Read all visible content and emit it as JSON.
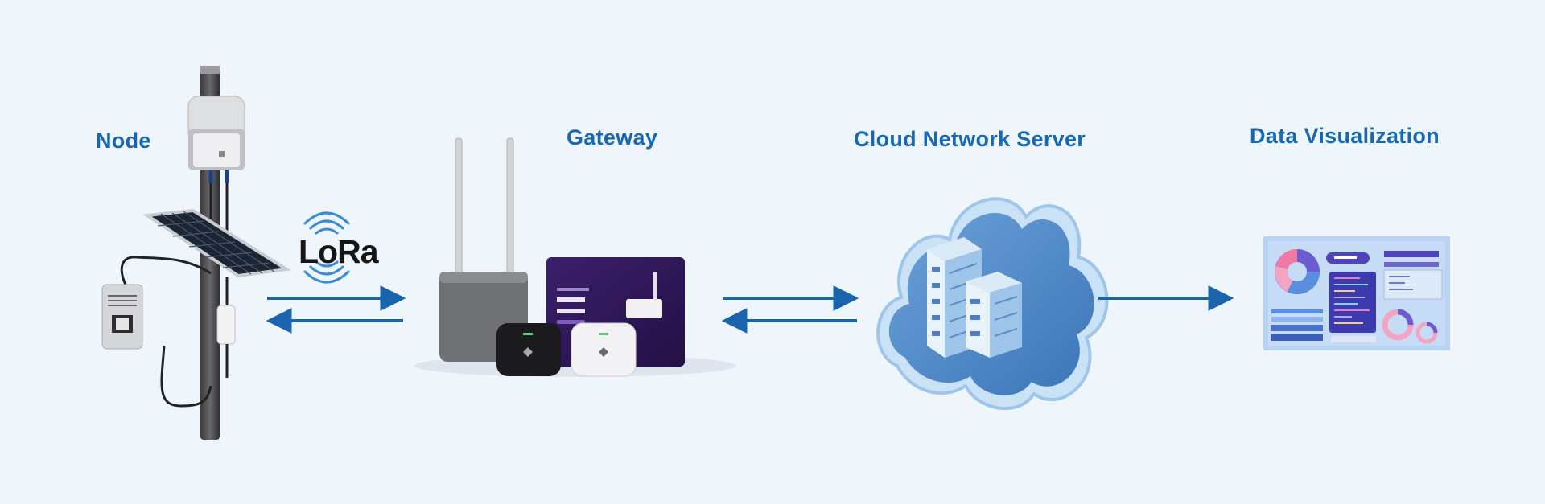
{
  "stages": {
    "node": "Node",
    "gateway": "Gateway",
    "cloud": "Cloud Network Server",
    "dataviz": "Data Visualization"
  },
  "lora_label": "LoRa",
  "colors": {
    "label": "#1768b2",
    "arrow": "#1a64ad",
    "background": "#eef6fc",
    "cloud": "#4a86c6"
  }
}
